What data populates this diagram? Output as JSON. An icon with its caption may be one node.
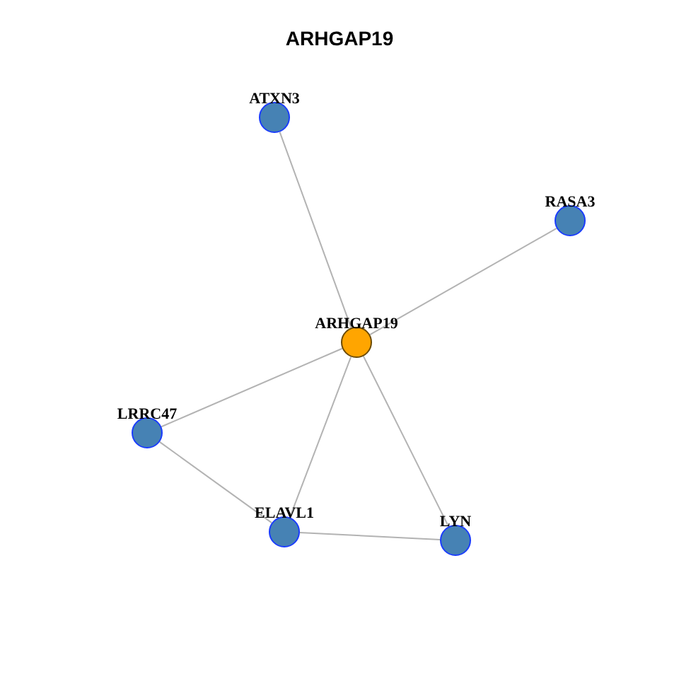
{
  "diagram": {
    "title": "ARHGAP19",
    "nodes": [
      {
        "text": [
          "ATXN3"
        ]
      },
      {
        "text": [
          "RASA3"
        ]
      },
      {
        "text": [
          "ARHGAP19"
        ]
      },
      {
        "text": [
          "LRRC47"
        ]
      },
      {
        "text": [
          "ELAVL1"
        ]
      },
      {
        "text": [
          "LYN"
        ]
      }
    ],
    "edges": [
      {
        "from": 0,
        "to": 2,
        "arrow": "none"
      },
      {
        "from": 1,
        "to": 2,
        "arrow": "none"
      },
      {
        "from": 2,
        "to": 3,
        "arrow": "none"
      },
      {
        "from": 2,
        "to": 4,
        "arrow": "none"
      },
      {
        "from": 2,
        "to": 5,
        "arrow": "none"
      },
      {
        "from": 3,
        "to": 4,
        "arrow": "none"
      },
      {
        "from": 4,
        "to": 5,
        "arrow": "none"
      }
    ]
  }
}
